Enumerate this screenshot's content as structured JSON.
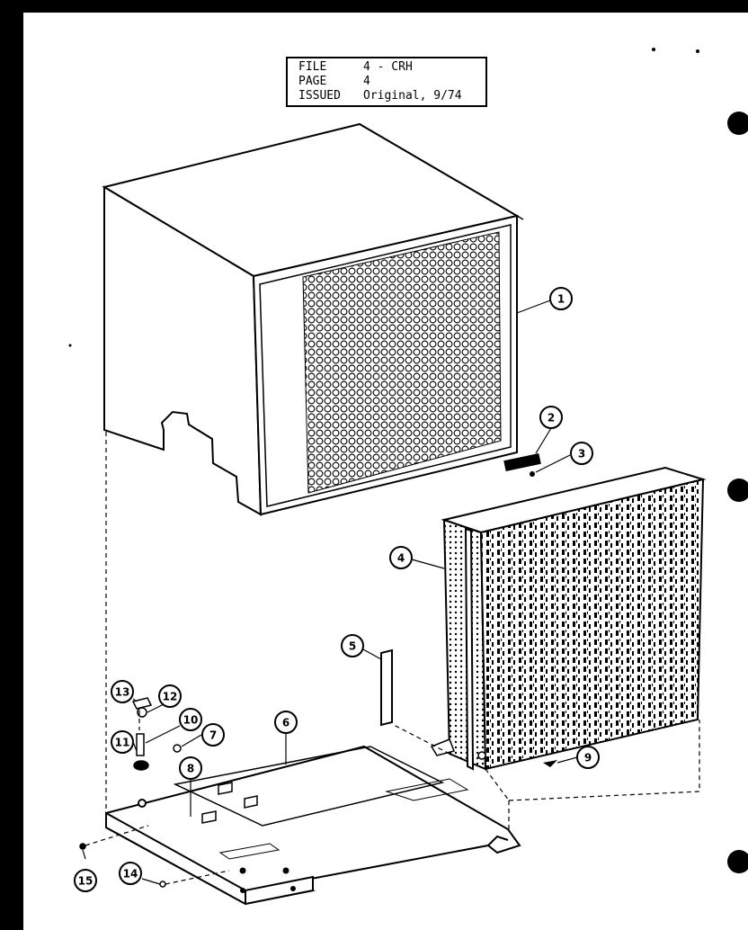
{
  "header": {
    "rows": [
      {
        "key": "FILE",
        "value": "4 - CRH"
      },
      {
        "key": "PAGE",
        "value": "4"
      },
      {
        "key": "ISSUED",
        "value": "Original, 9/74"
      }
    ]
  },
  "callouts": {
    "c1": "1",
    "c2": "2",
    "c3": "3",
    "c4": "4",
    "c5": "5",
    "c6": "6",
    "c7": "7",
    "c8": "8",
    "c9": "9",
    "c10": "10",
    "c11": "11",
    "c12": "12",
    "c13": "13",
    "c14": "14",
    "c15": "15"
  }
}
